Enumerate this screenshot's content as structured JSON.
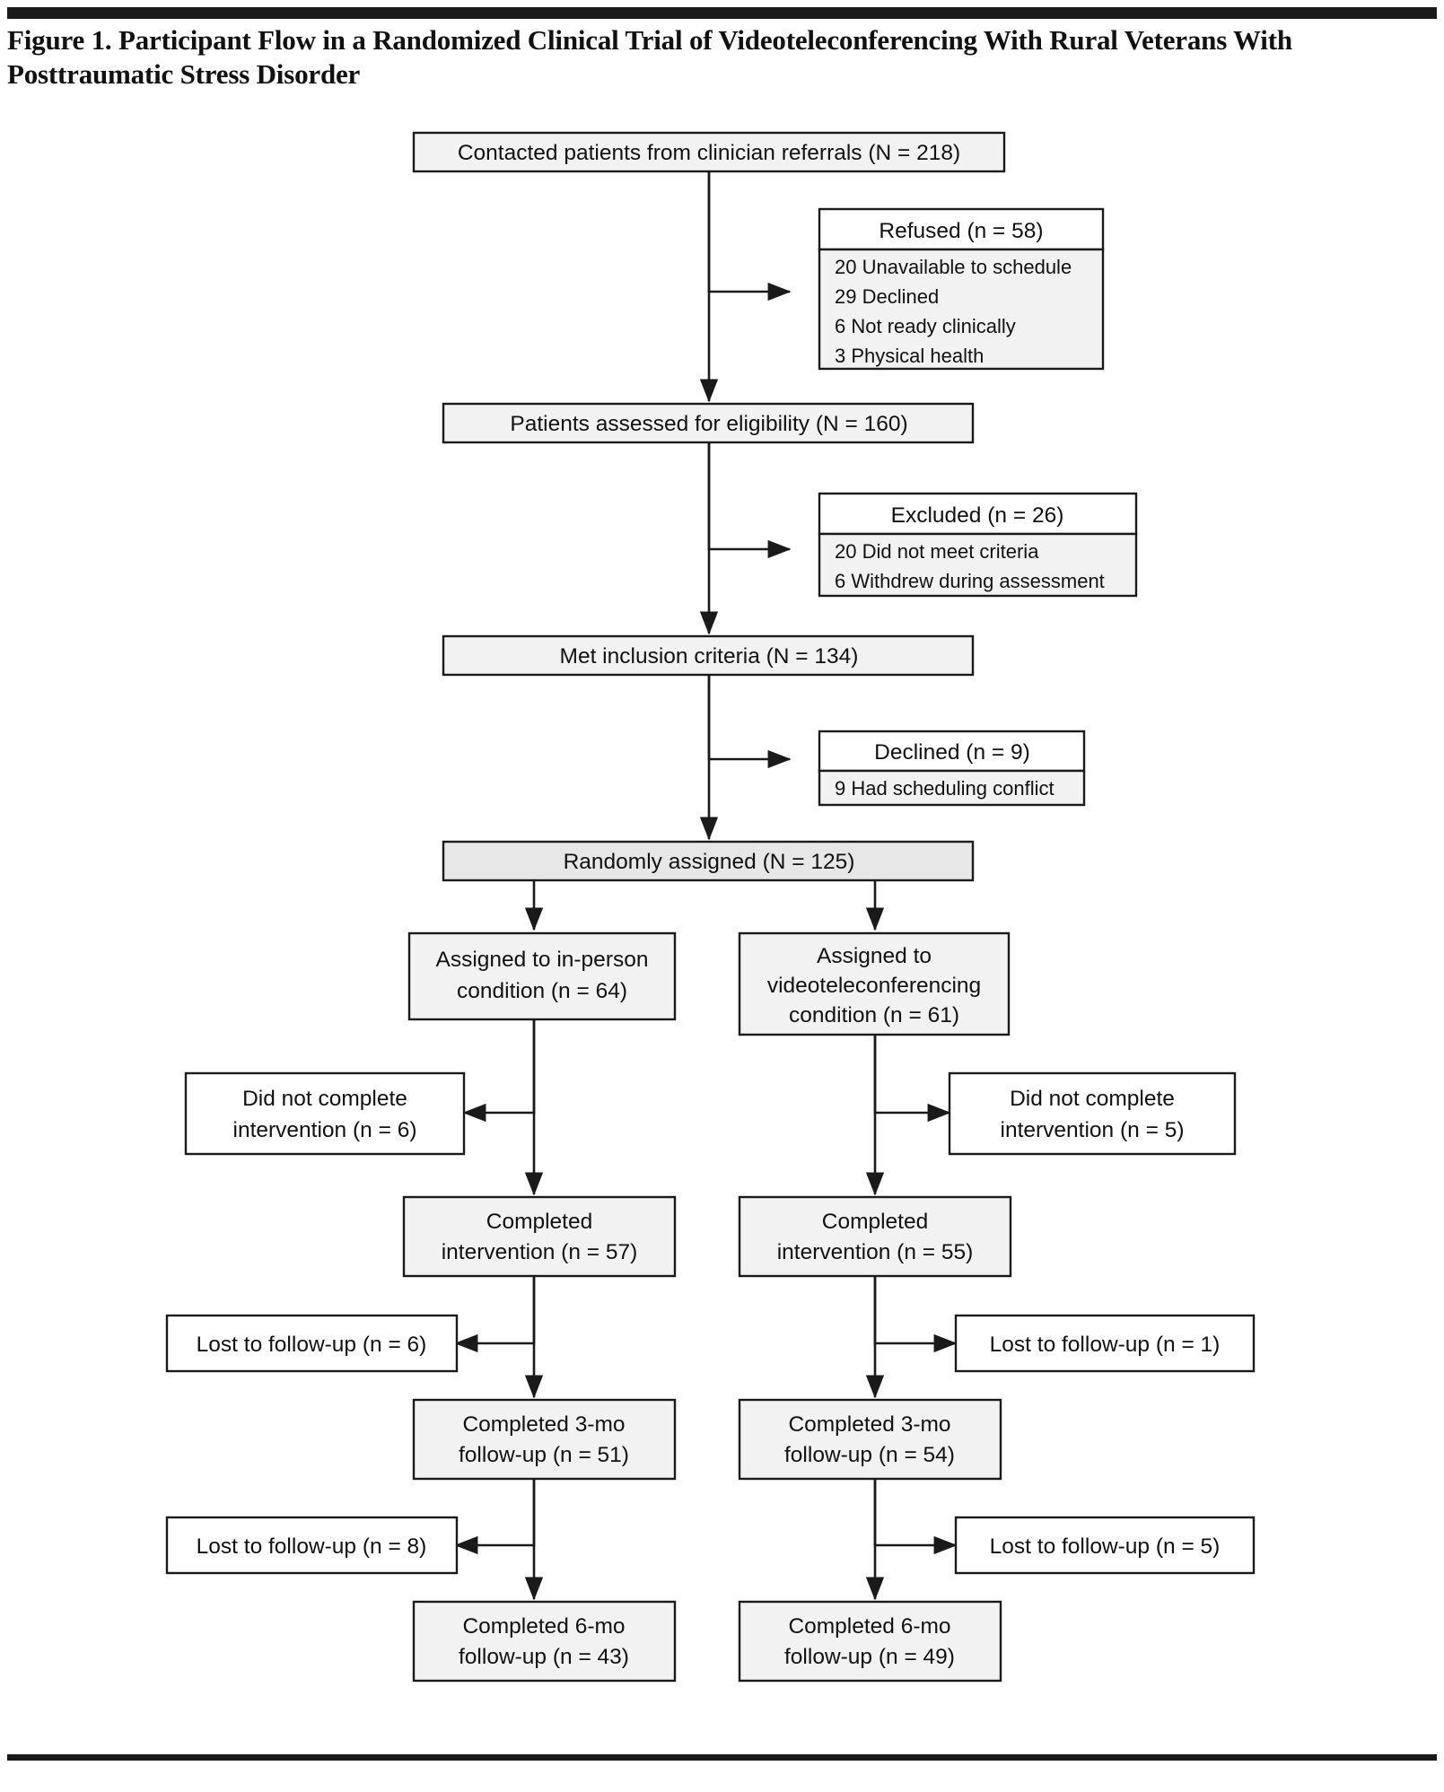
{
  "figure": {
    "title": "Figure 1. Participant Flow in a Randomized Clinical Trial of Videoteleconferencing With Rural Veterans With Posttraumatic Stress Disorder"
  },
  "chart_data": {
    "type": "diagram",
    "title": "Figure 1. Participant Flow in a Randomized Clinical Trial of Videoteleconferencing With Rural Veterans With Posttraumatic Stress Disorder",
    "diagram_kind": "consort-participant-flow",
    "nodes": [
      {
        "id": "contacted",
        "label": "Contacted patients from clinician referrals (N = 218)",
        "count": 218,
        "count_symbol": "N",
        "style": "gray",
        "column": "center"
      },
      {
        "id": "refused",
        "label": "Refused (n = 58)",
        "count": 58,
        "count_symbol": "n",
        "style": "header-list",
        "column": "right",
        "items": [
          "20 Unavailable to schedule",
          "29 Declined",
          "6 Not ready clinically",
          "3 Physical health"
        ]
      },
      {
        "id": "assessed",
        "label": "Patients assessed for eligibility (N = 160)",
        "count": 160,
        "count_symbol": "N",
        "style": "gray",
        "column": "center"
      },
      {
        "id": "excluded",
        "label": "Excluded (n = 26)",
        "count": 26,
        "count_symbol": "n",
        "style": "header-list",
        "column": "right",
        "items": [
          "20 Did not meet criteria",
          "6 Withdrew during assessment"
        ]
      },
      {
        "id": "met-criteria",
        "label": "Met inclusion criteria (N = 134)",
        "count": 134,
        "count_symbol": "N",
        "style": "gray",
        "column": "center"
      },
      {
        "id": "declined",
        "label": "Declined (n = 9)",
        "count": 9,
        "count_symbol": "n",
        "style": "header-list",
        "column": "right",
        "items": [
          "9 Had scheduling conflict"
        ]
      },
      {
        "id": "randomized",
        "label": "Randomly assigned (N = 125)",
        "count": 125,
        "count_symbol": "N",
        "style": "gray-dark",
        "column": "center"
      },
      {
        "id": "assigned-inperson",
        "label": "Assigned to in-person condition (n = 64)",
        "count": 64,
        "count_symbol": "n",
        "style": "gray",
        "column": "left-arm",
        "lines": [
          "Assigned to in-person",
          "condition (n = 64)"
        ]
      },
      {
        "id": "assigned-vtc",
        "label": "Assigned to videoteleconferencing condition (n = 61)",
        "count": 61,
        "count_symbol": "n",
        "style": "gray",
        "column": "right-arm",
        "lines": [
          "Assigned to",
          "videoteleconferencing",
          "condition (n = 61)"
        ]
      },
      {
        "id": "dnc-left",
        "label": "Did not complete intervention (n = 6)",
        "count": 6,
        "count_symbol": "n",
        "style": "white",
        "column": "far-left",
        "lines": [
          "Did not complete",
          "intervention (n = 6)"
        ]
      },
      {
        "id": "dnc-right",
        "label": "Did not complete intervention (n = 5)",
        "count": 5,
        "count_symbol": "n",
        "style": "white",
        "column": "far-right",
        "lines": [
          "Did not complete",
          "intervention (n = 5)"
        ]
      },
      {
        "id": "completed-left",
        "label": "Completed intervention (n = 57)",
        "count": 57,
        "count_symbol": "n",
        "style": "gray",
        "column": "left-arm",
        "lines": [
          "Completed",
          "intervention (n = 57)"
        ]
      },
      {
        "id": "completed-right",
        "label": "Completed intervention (n = 55)",
        "count": 55,
        "count_symbol": "n",
        "style": "gray",
        "column": "right-arm",
        "lines": [
          "Completed",
          "intervention (n = 55)"
        ]
      },
      {
        "id": "lost1-left",
        "label": "Lost to follow-up (n = 6)",
        "count": 6,
        "count_symbol": "n",
        "style": "white",
        "column": "far-left",
        "lines": [
          "Lost to follow-up (n = 6)"
        ]
      },
      {
        "id": "lost1-right",
        "label": "Lost to follow-up (n = 1)",
        "count": 1,
        "count_symbol": "n",
        "style": "white",
        "column": "far-right",
        "lines": [
          "Lost to follow-up (n = 1)"
        ]
      },
      {
        "id": "fu3-left",
        "label": "Completed 3-mo follow-up (n = 51)",
        "count": 51,
        "count_symbol": "n",
        "style": "gray",
        "column": "left-arm",
        "lines": [
          "Completed 3-mo",
          "follow-up (n = 51)"
        ]
      },
      {
        "id": "fu3-right",
        "label": "Completed 3-mo follow-up (n = 54)",
        "count": 54,
        "count_symbol": "n",
        "style": "gray",
        "column": "right-arm",
        "lines": [
          "Completed 3-mo",
          "follow-up (n = 54)"
        ]
      },
      {
        "id": "lost2-left",
        "label": "Lost to follow-up (n = 8)",
        "count": 8,
        "count_symbol": "n",
        "style": "white",
        "column": "far-left",
        "lines": [
          "Lost to follow-up (n = 8)"
        ]
      },
      {
        "id": "lost2-right",
        "label": "Lost to follow-up (n = 5)",
        "count": 5,
        "count_symbol": "n",
        "style": "white",
        "column": "far-right",
        "lines": [
          "Lost to follow-up (n = 5)"
        ]
      },
      {
        "id": "fu6-left",
        "label": "Completed 6-mo follow-up (n = 43)",
        "count": 43,
        "count_symbol": "n",
        "style": "gray",
        "column": "left-arm",
        "lines": [
          "Completed 6-mo",
          "follow-up (n = 43)"
        ]
      },
      {
        "id": "fu6-right",
        "label": "Completed 6-mo follow-up (n = 49)",
        "count": 49,
        "count_symbol": "n",
        "style": "gray",
        "column": "right-arm",
        "lines": [
          "Completed 6-mo",
          "follow-up (n = 49)"
        ]
      }
    ],
    "edges": [
      {
        "from": "contacted",
        "to": "refused",
        "direction": "right"
      },
      {
        "from": "contacted",
        "to": "assessed",
        "direction": "down"
      },
      {
        "from": "assessed",
        "to": "excluded",
        "direction": "right"
      },
      {
        "from": "assessed",
        "to": "met-criteria",
        "direction": "down"
      },
      {
        "from": "met-criteria",
        "to": "declined",
        "direction": "right"
      },
      {
        "from": "met-criteria",
        "to": "randomized",
        "direction": "down"
      },
      {
        "from": "randomized",
        "to": "assigned-inperson",
        "direction": "down-left"
      },
      {
        "from": "randomized",
        "to": "assigned-vtc",
        "direction": "down-right"
      },
      {
        "from": "assigned-inperson",
        "to": "dnc-left",
        "direction": "left"
      },
      {
        "from": "assigned-inperson",
        "to": "completed-left",
        "direction": "down"
      },
      {
        "from": "assigned-vtc",
        "to": "dnc-right",
        "direction": "right"
      },
      {
        "from": "assigned-vtc",
        "to": "completed-right",
        "direction": "down"
      },
      {
        "from": "completed-left",
        "to": "lost1-left",
        "direction": "left"
      },
      {
        "from": "completed-left",
        "to": "fu3-left",
        "direction": "down"
      },
      {
        "from": "completed-right",
        "to": "lost1-right",
        "direction": "right"
      },
      {
        "from": "completed-right",
        "to": "fu3-right",
        "direction": "down"
      },
      {
        "from": "fu3-left",
        "to": "lost2-left",
        "direction": "left"
      },
      {
        "from": "fu3-left",
        "to": "fu6-left",
        "direction": "down"
      },
      {
        "from": "fu3-right",
        "to": "lost2-right",
        "direction": "right"
      },
      {
        "from": "fu3-right",
        "to": "fu6-right",
        "direction": "down"
      }
    ],
    "colors": {
      "box_fill_gray": "#f2f2f2",
      "box_fill_gray_dark": "#e7e7e7",
      "box_fill_white": "#ffffff",
      "stroke": "#1a1a1a",
      "text": "#111111"
    }
  },
  "labels": {
    "contacted": "Contacted patients from clinician referrals (N = 218)",
    "refused_header": "Refused (n = 58)",
    "refused_i0": "20 Unavailable to schedule",
    "refused_i1": "29 Declined",
    "refused_i2": "6 Not ready clinically",
    "refused_i3": "3 Physical health",
    "assessed": "Patients assessed for eligibility (N = 160)",
    "excluded_header": "Excluded (n = 26)",
    "excluded_i0": "20 Did not meet criteria",
    "excluded_i1": "6 Withdrew during assessment",
    "met": "Met inclusion criteria (N = 134)",
    "declined_header": "Declined (n = 9)",
    "declined_i0": "9 Had scheduling conflict",
    "randomized": "Randomly assigned (N = 125)",
    "assigned_l_1": "Assigned to in-person",
    "assigned_l_2": "condition (n = 64)",
    "assigned_r_1": "Assigned to",
    "assigned_r_2": "videoteleconferencing",
    "assigned_r_3": "condition (n = 61)",
    "dnc_l_1": "Did not complete",
    "dnc_l_2": "intervention (n = 6)",
    "dnc_r_1": "Did not complete",
    "dnc_r_2": "intervention (n = 5)",
    "comp_l_1": "Completed",
    "comp_l_2": "intervention (n = 57)",
    "comp_r_1": "Completed",
    "comp_r_2": "intervention (n = 55)",
    "lost1_l": "Lost to follow-up (n = 6)",
    "lost1_r": "Lost to follow-up (n = 1)",
    "fu3_l_1": "Completed 3-mo",
    "fu3_l_2": "follow-up (n = 51)",
    "fu3_r_1": "Completed 3-mo",
    "fu3_r_2": "follow-up (n = 54)",
    "lost2_l": "Lost to follow-up (n = 8)",
    "lost2_r": "Lost to follow-up (n = 5)",
    "fu6_l_1": "Completed 6-mo",
    "fu6_l_2": "follow-up (n = 43)",
    "fu6_r_1": "Completed 6-mo",
    "fu6_r_2": "follow-up (n = 49)"
  }
}
